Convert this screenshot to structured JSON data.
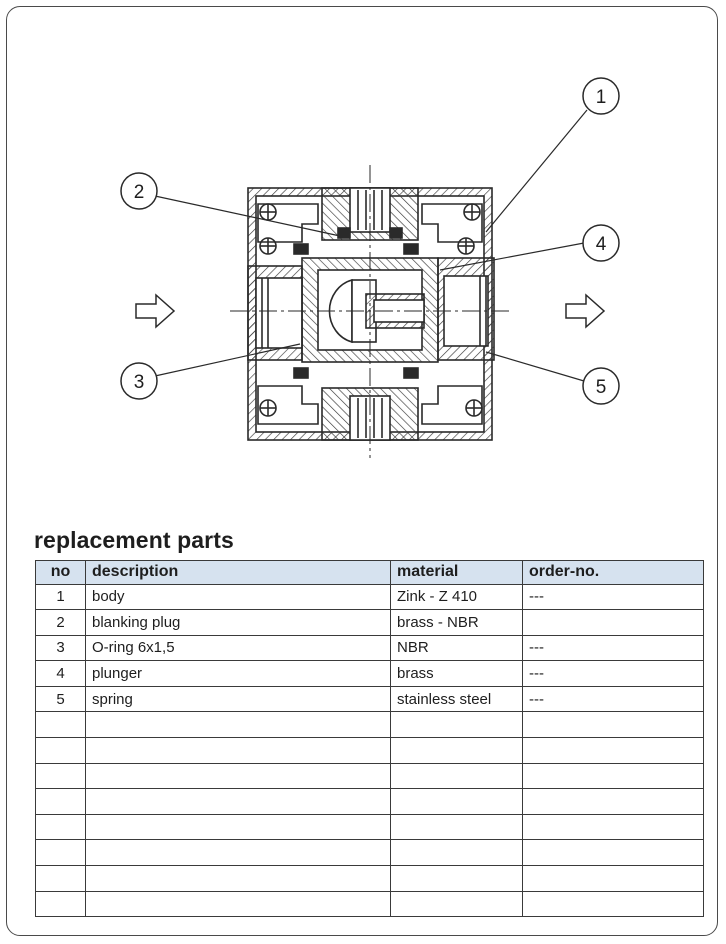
{
  "diagram": {
    "callouts": [
      "1",
      "2",
      "3",
      "4",
      "5"
    ],
    "flow_direction": "left-to-right",
    "icons": [
      "flow-in-arrow-icon",
      "flow-out-arrow-icon"
    ]
  },
  "parts_section": {
    "title": "replacement parts",
    "columns": [
      "no",
      "description",
      "material",
      "order-no."
    ],
    "rows": [
      {
        "no": "1",
        "description": "body",
        "material": "Zink - Z 410",
        "order_no": "---"
      },
      {
        "no": "2",
        "description": "blanking plug",
        "material": "brass - NBR",
        "order_no": ""
      },
      {
        "no": "3",
        "description": "O-ring 6x1,5",
        "material": "NBR",
        "order_no": "---"
      },
      {
        "no": "4",
        "description": "plunger",
        "material": "brass",
        "order_no": "---"
      },
      {
        "no": "5",
        "description": "spring",
        "material": "stainless steel",
        "order_no": "---"
      },
      {
        "no": "",
        "description": "",
        "material": "",
        "order_no": ""
      },
      {
        "no": "",
        "description": "",
        "material": "",
        "order_no": ""
      },
      {
        "no": "",
        "description": "",
        "material": "",
        "order_no": ""
      },
      {
        "no": "",
        "description": "",
        "material": "",
        "order_no": ""
      },
      {
        "no": "",
        "description": "",
        "material": "",
        "order_no": ""
      },
      {
        "no": "",
        "description": "",
        "material": "",
        "order_no": ""
      },
      {
        "no": "",
        "description": "",
        "material": "",
        "order_no": ""
      },
      {
        "no": "",
        "description": "",
        "material": "",
        "order_no": ""
      }
    ]
  }
}
